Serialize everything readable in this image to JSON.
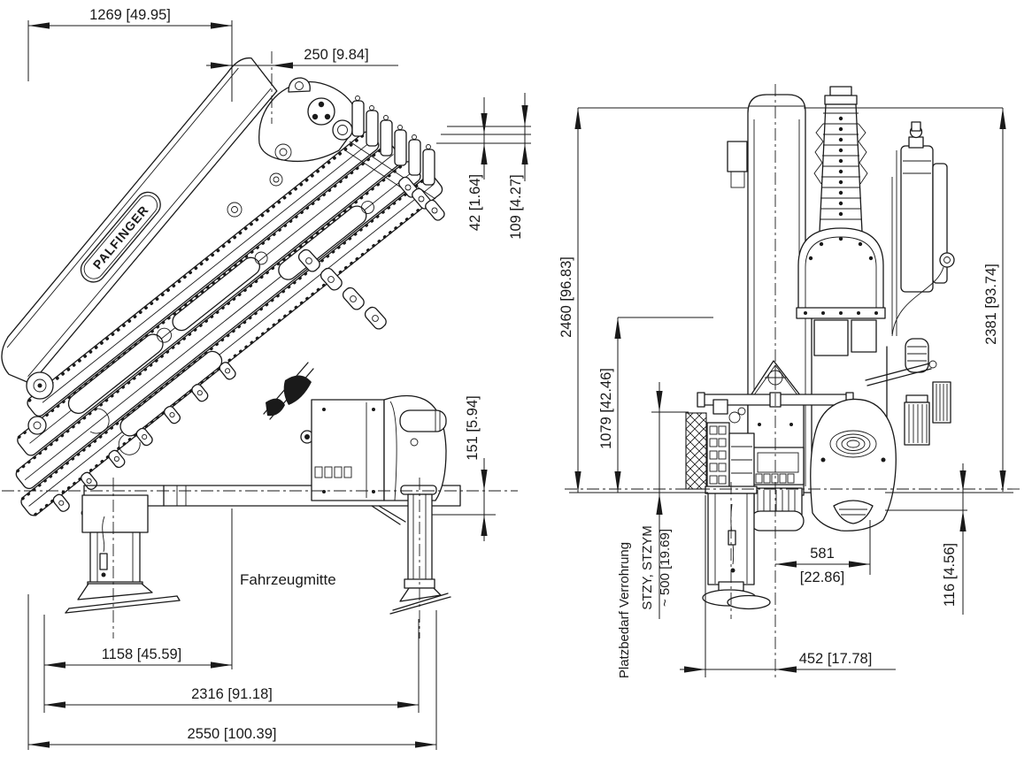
{
  "drawing": {
    "brand_logo": "PALFINGER",
    "annotations": {
      "vehicle_center": "Fahrzeugmitte",
      "piping_space": "Platzbedarf Verrohrung",
      "piping_space_models": "STZY, STZYM"
    },
    "dimensions": {
      "d1269": "1269  [49.95]",
      "d250": "250  [9.84]",
      "d42": "42  [1.64]",
      "d109": "109  [4.27]",
      "d151": "151  [5.94]",
      "d1158": "1158  [45.59]",
      "d2316": "2316  [91.18]",
      "d2550": "2550  [100.39]",
      "d2460": "2460  [96.83]",
      "d1079": "1079  [42.46]",
      "d500": "~ 500  [19.69]",
      "d581_mm": "581",
      "d581_in": "[22.86]",
      "d452": "452  [17.78]",
      "d116": "116  [4.56]",
      "d2381": "2381  [93.74]"
    },
    "colors": {
      "line": "#1a1a1a",
      "background": "#ffffff"
    }
  }
}
